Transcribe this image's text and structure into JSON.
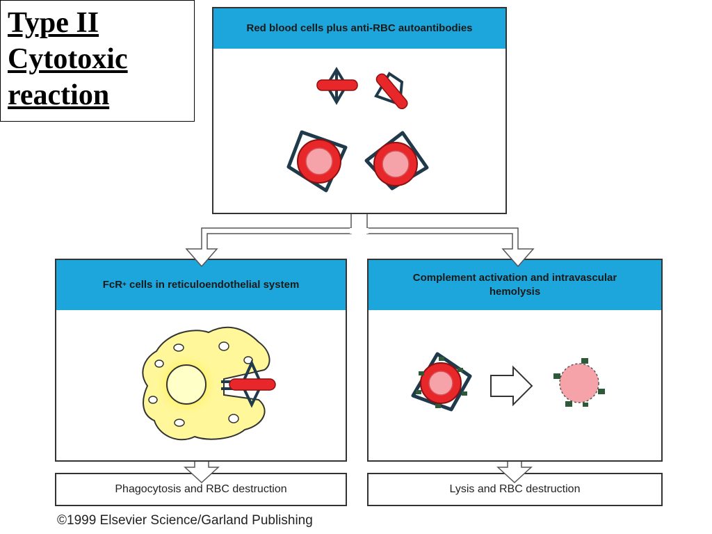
{
  "title": {
    "line1": "Type II",
    "line2": "Cytotoxic",
    "line3": "reaction"
  },
  "top_panel": {
    "header": "Red blood cells plus anti-RBC autoantibodies"
  },
  "left_panel": {
    "header_main": "FcR",
    "header_sup": "+",
    "header_rest": " cells in reticuloendothelial system"
  },
  "right_panel": {
    "header_line1": "Complement activation and intravascular",
    "header_line2": "hemolysis"
  },
  "left_result": "Phagocytosis and RBC destruction",
  "right_result": "Lysis and RBC destruction",
  "copyright": "©1999 Elsevier Science/Garland Publishing",
  "colors": {
    "header_blue": "#1da6dc",
    "rbc_red": "#e8272a",
    "rbc_pink": "#f5a3a8",
    "antibody_navy": "#1f3a4a",
    "macrophage_yellow": "#fff799",
    "complement_green": "#2f5a3a"
  },
  "icons": [
    "rbc-icon",
    "antibody-icon",
    "macrophage-icon",
    "lysed-rbc-icon",
    "outline-arrow-icon"
  ]
}
